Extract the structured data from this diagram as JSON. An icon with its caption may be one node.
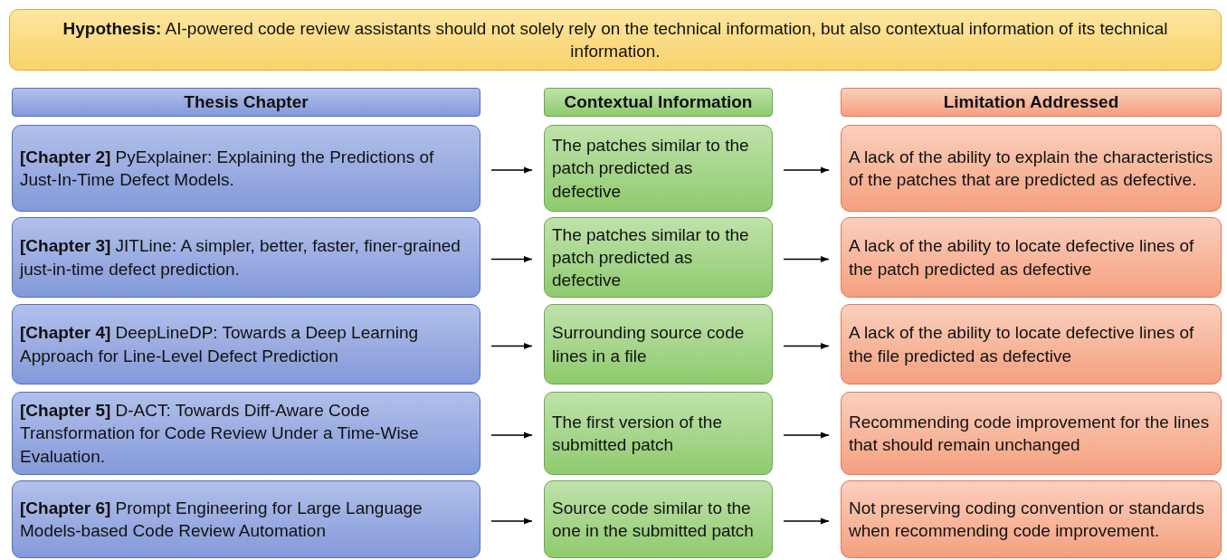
{
  "diagram": {
    "nodes": [
      {
        "text": [
          "**Hypothesis:** AI-powered code review assistants should not solely rely on the technical information, but also contextual information of its technical information."
        ]
      },
      {
        "text": [
          "Thesis Chapter"
        ]
      },
      {
        "text": [
          "Contextual Information"
        ]
      },
      {
        "text": [
          "Limitation Addressed"
        ]
      },
      {
        "text": [
          "**[Chapter 2]** PyExplainer: Explaining the Predictions of Just-In-Time Defect Models."
        ]
      },
      {
        "text": [
          "The patches similar to the patch predicted as defective"
        ]
      },
      {
        "text": [
          "A lack of the ability to explain the characteristics of the patches that are predicted as defective."
        ]
      },
      {
        "text": [
          "**[Chapter 3]** JITLine: A simpler, better, faster, finer-grained just-in-time defect prediction."
        ]
      },
      {
        "text": [
          "The patches similar to the patch predicted as defective"
        ]
      },
      {
        "text": [
          "A lack of the ability to locate defective lines of the patch predicted as defective"
        ]
      },
      {
        "text": [
          "**[Chapter 4]** DeepLineDP: Towards a Deep Learning Approach for Line-Level Defect Prediction"
        ]
      },
      {
        "text": [
          "Surrounding source code lines in a file"
        ]
      },
      {
        "text": [
          "A lack of the ability to locate defective lines of the file predicted as defective"
        ]
      },
      {
        "text": [
          "**[Chapter 5]** D-ACT: Towards Diff-Aware Code Transformation for Code Review Under a Time-Wise Evaluation."
        ]
      },
      {
        "text": [
          "The first version of the submitted patch"
        ]
      },
      {
        "text": [
          "Recommending code improvement for the lines that should remain unchanged"
        ]
      },
      {
        "text": [
          "**[Chapter 6]** Prompt Engineering for Large Language Models-based Code Review Automation"
        ]
      },
      {
        "text": [
          "Source code similar to the one in the submitted patch"
        ]
      },
      {
        "text": [
          "Not preserving coding convention or standards when recommending code improvement."
        ]
      }
    ],
    "edges": [
      {
        "from": 4,
        "to": 5,
        "arrow": "to"
      },
      {
        "from": 5,
        "to": 6,
        "arrow": "to"
      },
      {
        "from": 7,
        "to": 8,
        "arrow": "to"
      },
      {
        "from": 8,
        "to": 9,
        "arrow": "to"
      },
      {
        "from": 10,
        "to": 11,
        "arrow": "to"
      },
      {
        "from": 11,
        "to": 12,
        "arrow": "to"
      },
      {
        "from": 13,
        "to": 14,
        "arrow": "to"
      },
      {
        "from": 14,
        "to": 15,
        "arrow": "to"
      },
      {
        "from": 16,
        "to": 17,
        "arrow": "to"
      },
      {
        "from": 17,
        "to": 18,
        "arrow": "to"
      }
    ]
  }
}
